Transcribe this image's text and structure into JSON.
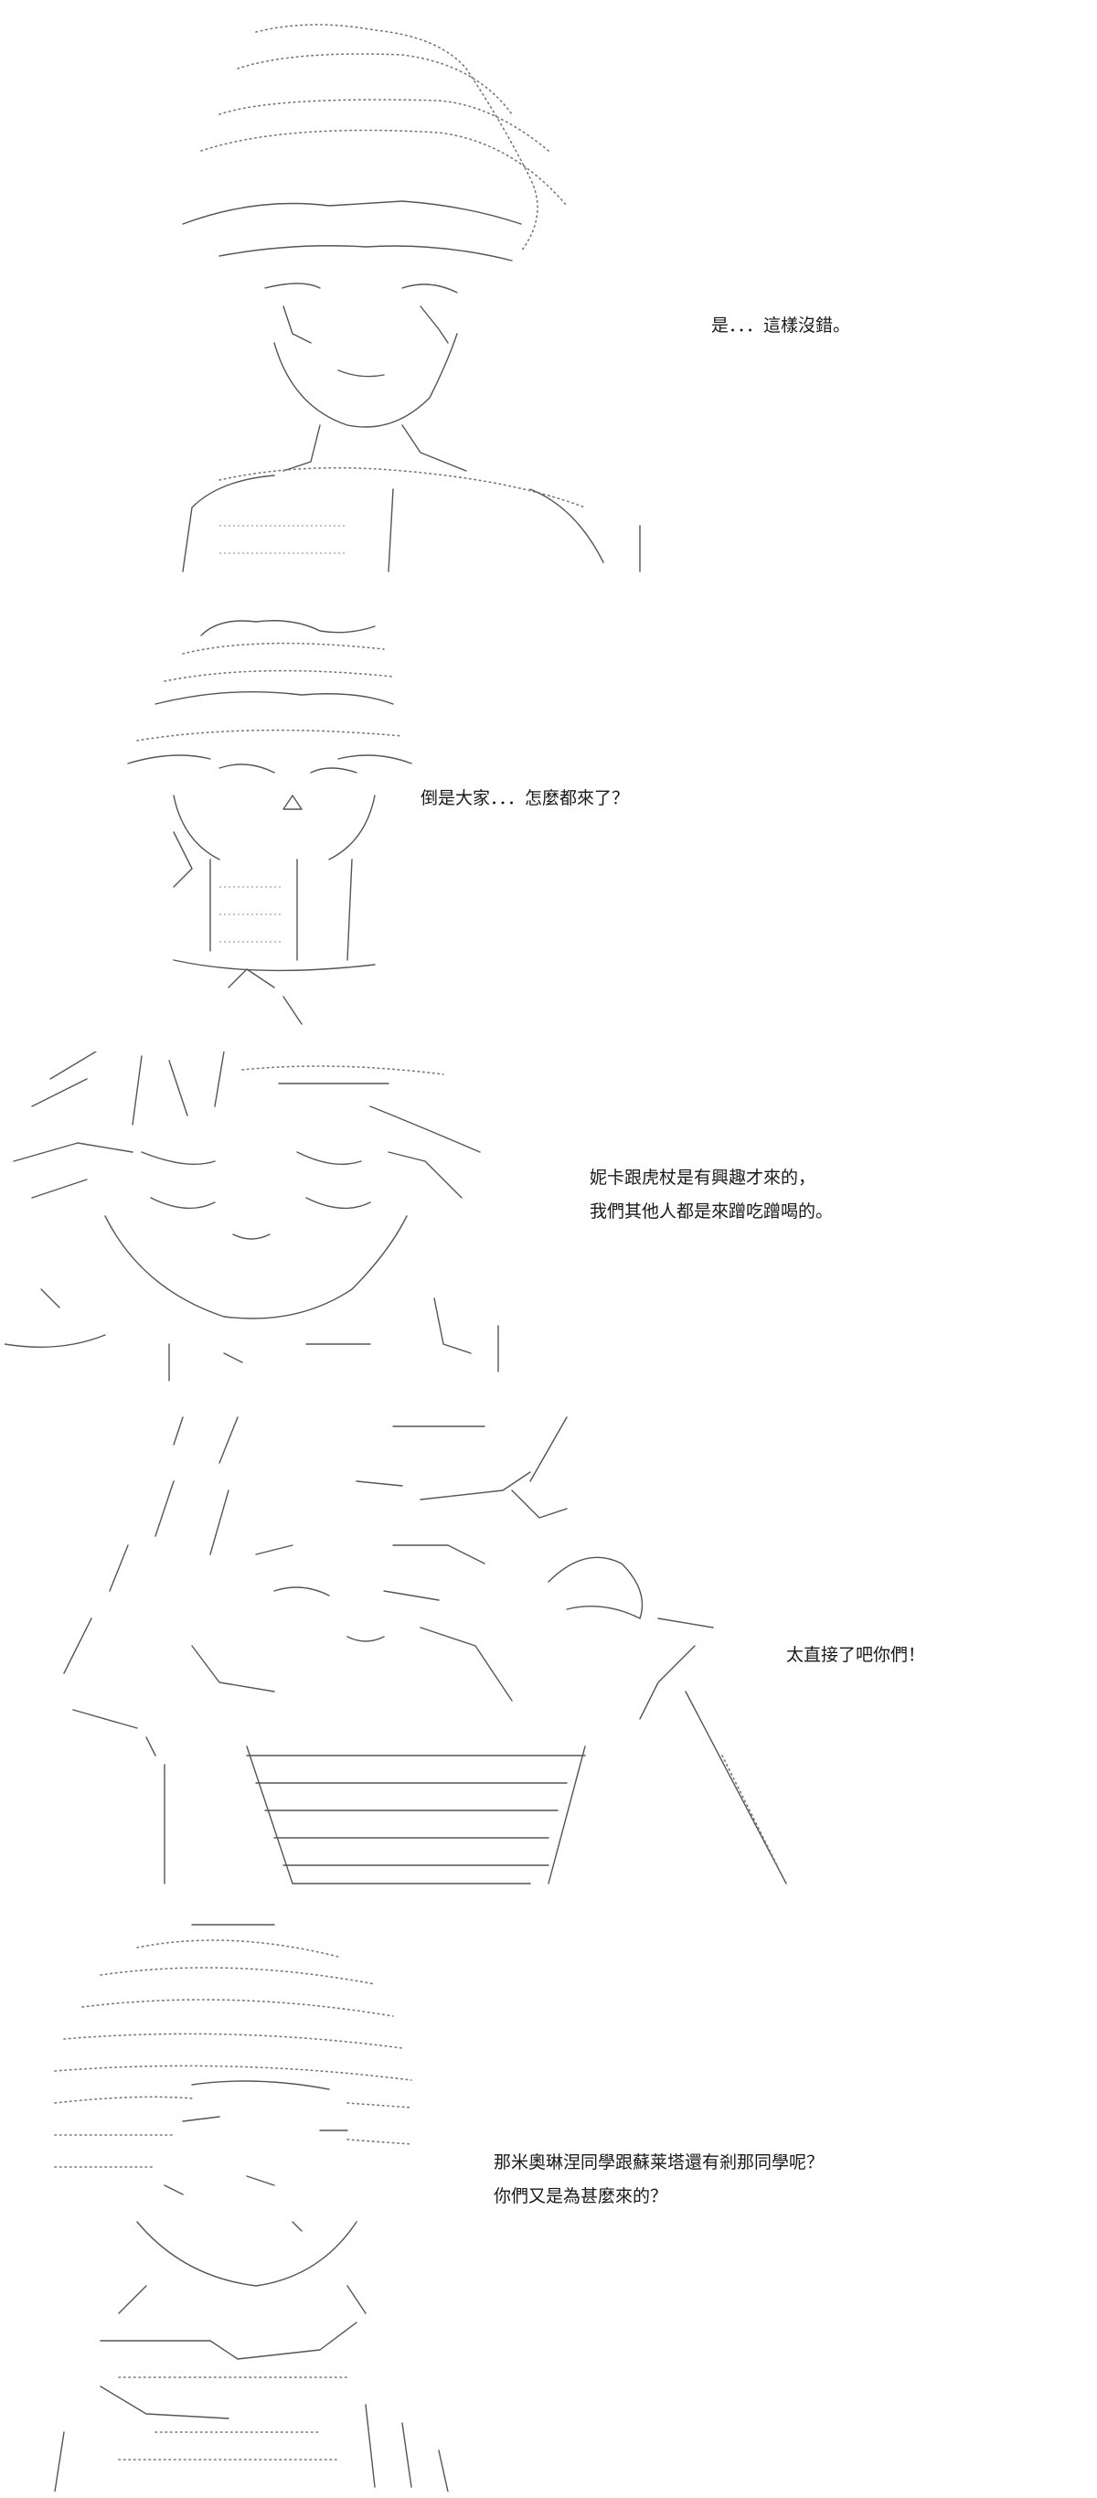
{
  "panels": [
    {
      "lines": [
        "是．．．這樣沒錯。"
      ]
    },
    {
      "lines": [
        "倒是大家．．．怎麼都來了？"
      ]
    },
    {
      "lines": [
        "妮卡跟虎杖是有興趣才來的，",
        "我們其他人都是來蹭吃蹭喝的。"
      ]
    },
    {
      "lines": [
        "太直接了吧你們！"
      ]
    },
    {
      "lines": [
        "那米奧琳涅同學跟蘇莱塔還有剎那同學呢？",
        "你們又是為甚麼來的？"
      ]
    }
  ]
}
